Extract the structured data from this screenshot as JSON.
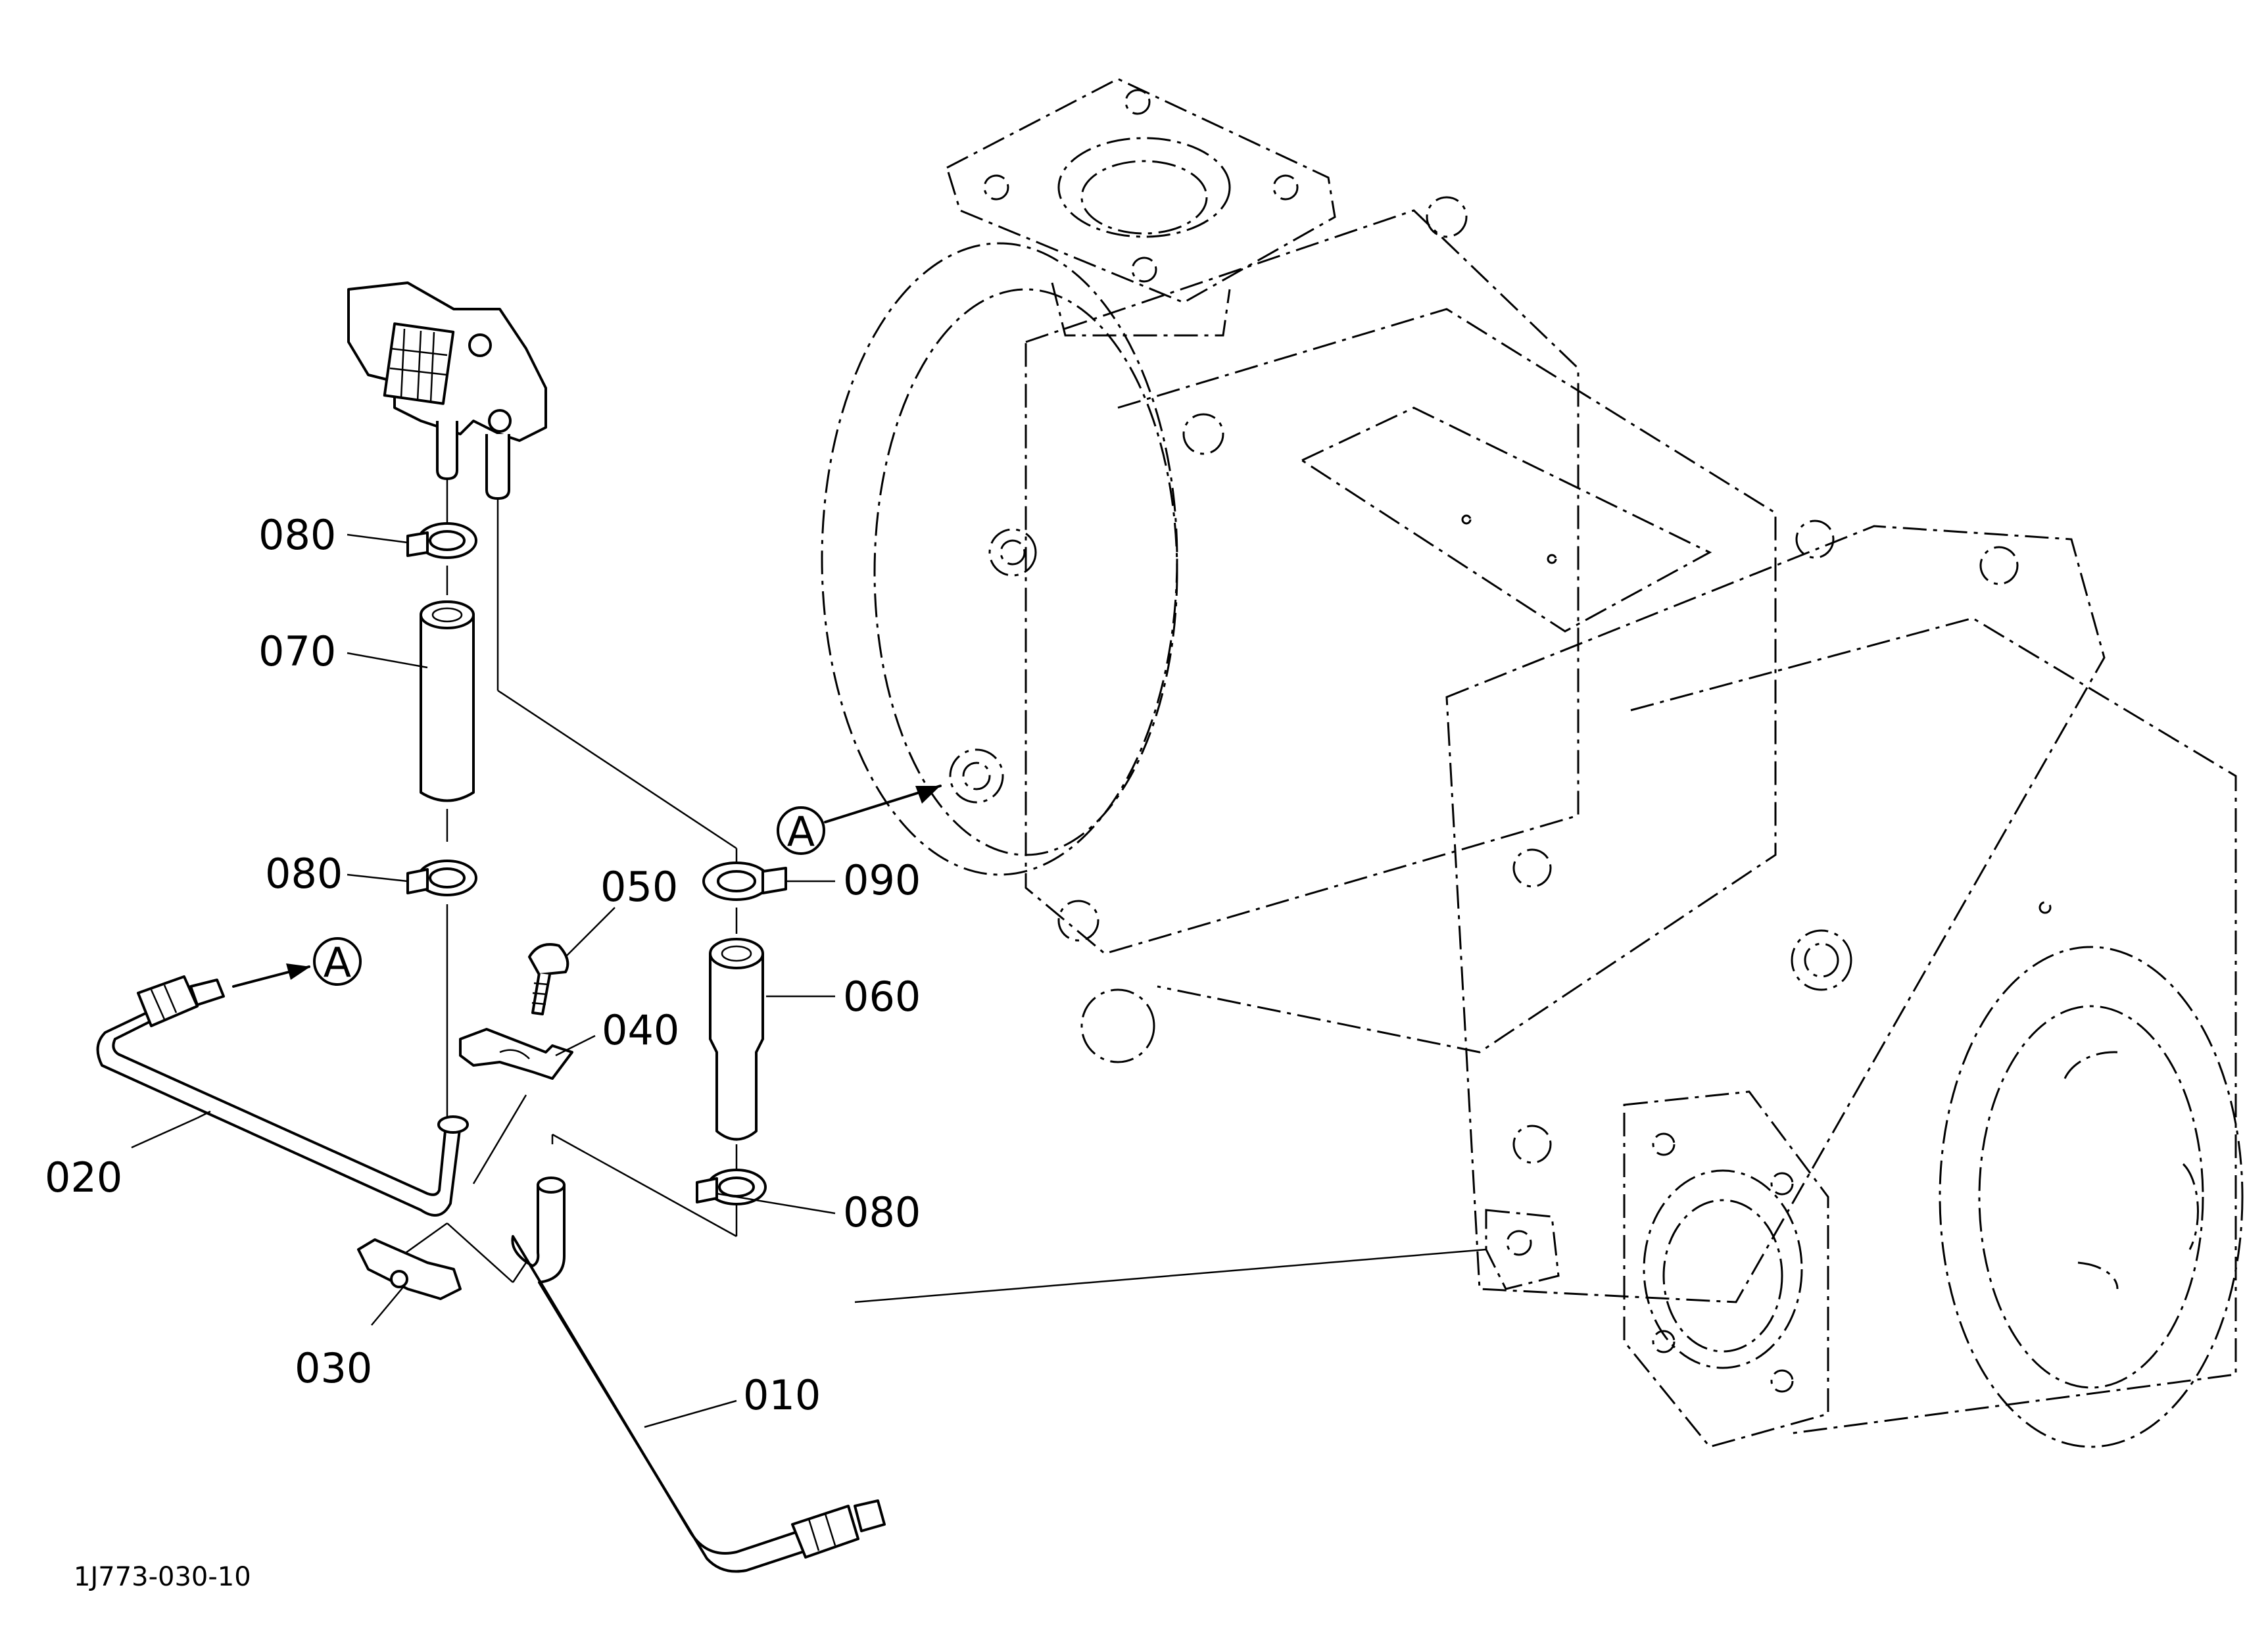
{
  "diagram": {
    "drawing_code": "1J773-030-10",
    "callouts": [
      {
        "id": "c-080-top",
        "label": "080"
      },
      {
        "id": "c-070",
        "label": "070"
      },
      {
        "id": "c-080-mid",
        "label": "080"
      },
      {
        "id": "c-020",
        "label": "020"
      },
      {
        "id": "c-050",
        "label": "050"
      },
      {
        "id": "c-040",
        "label": "040"
      },
      {
        "id": "c-090",
        "label": "090"
      },
      {
        "id": "c-060",
        "label": "060"
      },
      {
        "id": "c-080-bot",
        "label": "080"
      },
      {
        "id": "c-030",
        "label": "030"
      },
      {
        "id": "c-010",
        "label": "010"
      }
    ],
    "view_markers": [
      "A",
      "A"
    ]
  }
}
